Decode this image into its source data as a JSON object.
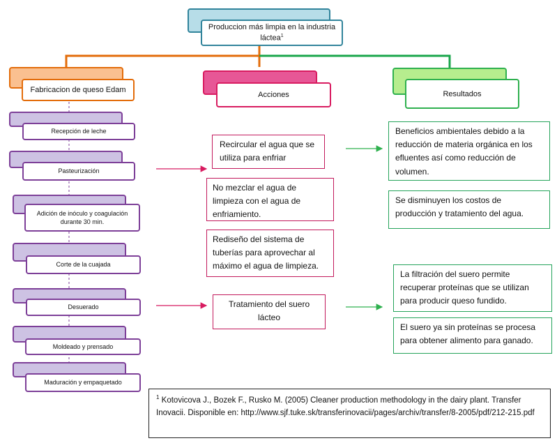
{
  "title": {
    "text": "Produccion más limpia en la industria láctea",
    "sup": "1"
  },
  "headers": {
    "process": "Fabricacion de queso Edam",
    "actions": "Acciones",
    "results": "Resultados"
  },
  "steps": [
    "Recepción de leche",
    "Pasteurización",
    "Adición de  inóculo y coagulación durante 30 min.",
    "Corte de la cuajada",
    "Desuerado",
    "Moldeado y prensado",
    "Maduración y empaquetado"
  ],
  "actions": [
    "Recircular el agua que se utiliza para enfriar",
    "No mezclar el agua de limpieza con el agua de enfriamiento.",
    "Rediseño del sistema de tuberías para aprovechar al máximo el agua de limpieza.",
    "Tratamiento del suero lácteo"
  ],
  "results": [
    "Beneficios ambientales debido a la reducción de materia orgánica en los efluentes así como reducción de volumen.",
    "Se disminuyen los costos de producción y tratamiento del agua.",
    "La filtración del suero permite recuperar proteínas que se utilizan para producir queso fundido.",
    "El suero ya sin proteínas se procesa para obtener alimento para ganado."
  ],
  "reference": {
    "sup": "1",
    "text": "Kotovicova J., Bozek F., Rusko M. (2005) Cleaner production methodology in the dairy plant. Transfer  Inovacii. Disponible en: http://www.sjf.tuke.sk/transferinovacii/pages/archiv/transfer/8-2005/pdf/212-215.pdf"
  },
  "colors": {
    "title": "#31849b",
    "process": "#e36c0a",
    "actions": "#d81b60",
    "results": "#2eb04e",
    "steps": "#7d3f98"
  }
}
